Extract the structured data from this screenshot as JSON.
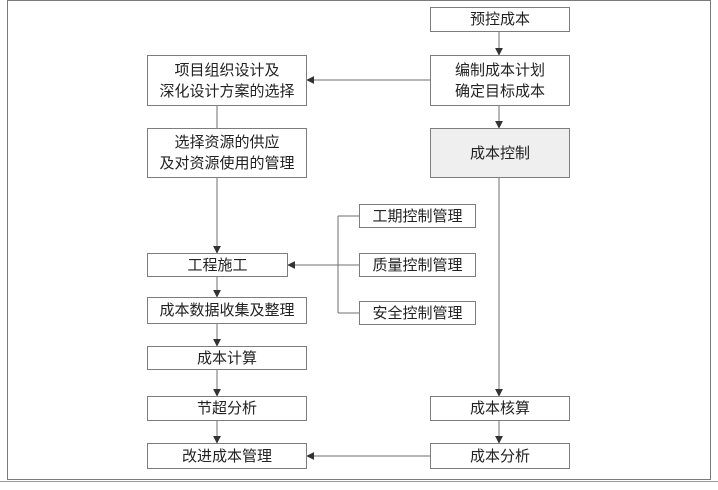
{
  "nodes": {
    "pre_control": "预控成本",
    "plan_target": "编制成本计划\n确定目标成本",
    "cost_control": "成本控制",
    "org_design": "项目组织设计及\n深化设计方案的选择",
    "resources": "选择资源的供应\n及对资源使用的管理",
    "construction": "工程施工",
    "schedule_control": "工期控制管理",
    "quality_control": "质量控制管理",
    "safety_control": "安全控制管理",
    "data_collection": "成本数据收集及整理",
    "cost_calc": "成本计算",
    "overrun_analysis": "节超分析",
    "cost_check": "成本核算",
    "cost_analysis": "成本分析",
    "improve": "改进成本管理"
  },
  "colors": {
    "line": "#6f6f6f",
    "box_border": "#7d7d7d",
    "shaded_fill": "#efefef"
  }
}
